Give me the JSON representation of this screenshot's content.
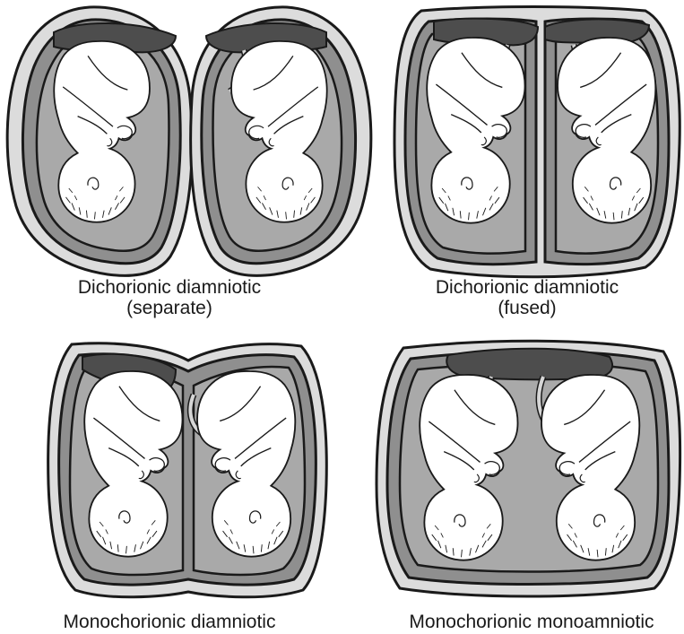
{
  "colors": {
    "outer_membrane": "#dcdcdc",
    "chorion": "#8f8f8f",
    "amnion_fluid": "#a9a9a9",
    "placenta": "#4d4d4d",
    "cord": "#d6d6d6",
    "fetus": "#ffffff",
    "outline": "#1a1a1a"
  },
  "panels": [
    {
      "id": "dcda-separate",
      "caption_line1": "Dichorionic diamniotic",
      "caption_line2": "(separate)"
    },
    {
      "id": "dcda-fused",
      "caption_line1": "Dichorionic diamniotic",
      "caption_line2": "(fused)"
    },
    {
      "id": "mcda",
      "caption_line1": "Monochorionic diamniotic",
      "caption_line2": ""
    },
    {
      "id": "mcma",
      "caption_line1": "Monochorionic monoamniotic",
      "caption_line2": ""
    }
  ]
}
